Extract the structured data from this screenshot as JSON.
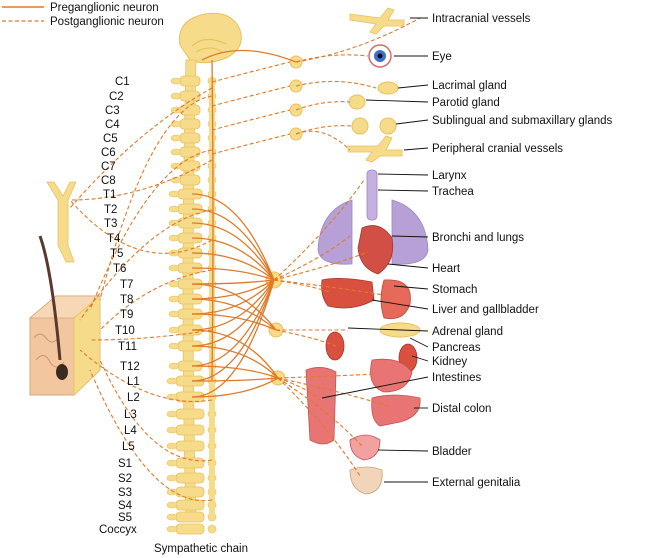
{
  "legend": {
    "preganglionic": "Preganglionic neuron",
    "postganglionic": "Postganglionic neuron"
  },
  "colors": {
    "nerve": "#e07a2a",
    "spine": "#f6dc8a",
    "spine_dark": "#e8c05c",
    "organ_red": "#e0574e",
    "lung": "#b7a0d6",
    "skin": "#f2c7a0",
    "text": "#111111"
  },
  "segments": [
    "C1",
    "C2",
    "C3",
    "C4",
    "C5",
    "C6",
    "C7",
    "C8",
    "T1",
    "T2",
    "T3",
    "T4",
    "T5",
    "T6",
    "T7",
    "T8",
    "T9",
    "T10",
    "T11",
    "T12",
    "L1",
    "L2",
    "L3",
    "L4",
    "L5",
    "S1",
    "S2",
    "S3",
    "S4",
    "S5",
    "Coccyx"
  ],
  "organs": [
    "Intracranial vessels",
    "Eye",
    "Lacrimal gland",
    "Parotid gland",
    "Sublingual and submaxillary glands",
    "Peripheral cranial vessels",
    "Larynx",
    "Trachea",
    "Bronchi and lungs",
    "Heart",
    "Stomach",
    "Liver and gallbladder",
    "Adrenal gland",
    "Pancreas",
    "Kidney",
    "Intestines",
    "Distal colon",
    "Bladder",
    "External genitalia"
  ],
  "chain_label": "Sympathetic chain"
}
